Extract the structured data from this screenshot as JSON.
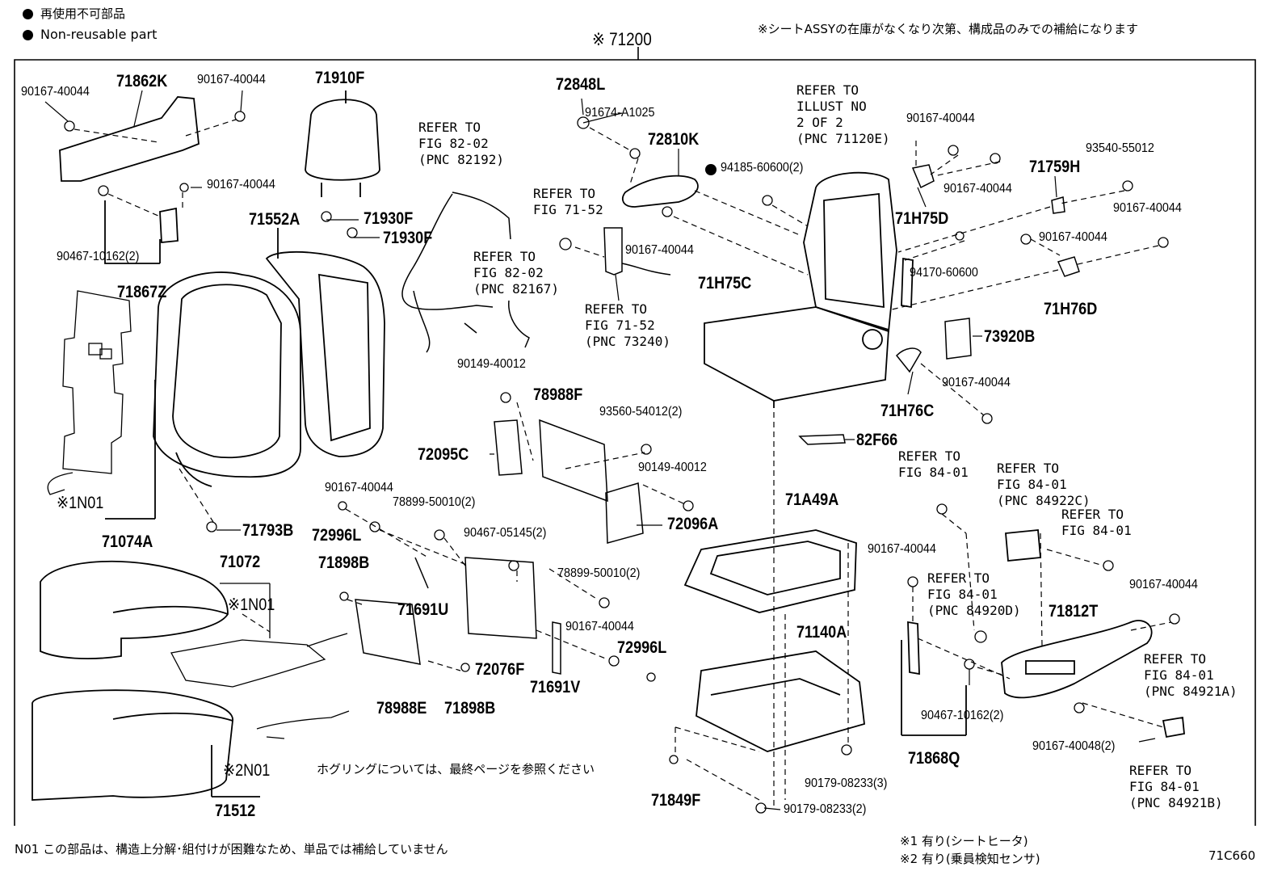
{
  "legend": {
    "jp": "再使用不可部品",
    "en": "Non-reusable part"
  },
  "header": {
    "assy_code": "※ 71200",
    "stock_note": "※シートASSYの在庫がなくなり次第、構成品のみでの補給になります"
  },
  "footer": {
    "n01_note": "N01 この部品は、構造上分解･組付けが困難なため、単品では補給していません",
    "note1": "※1 有り(シートヒータ)",
    "note2": "※2 有り(乗員検知センサ)",
    "illus_code": "71C660",
    "hog_note": "ホグリングについては、最終ページを参照ください"
  },
  "parts": {
    "p71862K": "71862K",
    "p90167a": "90167-40044",
    "p90167b": "90167-40044",
    "p71910F": "71910F",
    "p90167c": "90167-40044",
    "p90467_10162a": "90467-10162(2)",
    "p71867Z": "71867Z",
    "p71552A": "71552A",
    "p71930F1": "71930F",
    "p71930F2": "71930F",
    "pN01a": "※1N01",
    "p71074A": "71074A",
    "p71793B": "71793B",
    "p71072": "71072",
    "pN01b": "※1N01",
    "pN01c": "※2N01",
    "p71512": "71512",
    "p90149a": "90149-40012",
    "p78988F": "78988F",
    "p93560": "93560-54012(2)",
    "p72095C": "72095C",
    "p90149b": "90149-40012",
    "p72096A": "72096A",
    "p90167d": "90167-40044",
    "p78899a": "78899-50010(2)",
    "p90467_05145": "90467-05145(2)",
    "p72996L1": "72996L",
    "p71898B1": "71898B",
    "p71691U": "71691U",
    "p78899b": "78899-50010(2)",
    "p90167e": "90167-40044",
    "p72996L2": "72996L",
    "p72076F": "72076F",
    "p71691V": "71691V",
    "p78988E": "78988E",
    "p71898B2": "71898B",
    "p72848L": "72848L",
    "p91674": "91674-A1025",
    "p72810K": "72810K",
    "p94185": "94185-60600(2)",
    "p90167f": "90167-40044",
    "p71H75C": "71H75C",
    "p90167g": "90167-40044",
    "p90167h": "90167-40044",
    "p93540": "93540-55012",
    "p71759H": "71759H",
    "p71H75D": "71H75D",
    "p90167i": "90167-40044",
    "p90167j": "90167-40044",
    "p94170": "94170-60600",
    "p71H76D": "71H76D",
    "p73920B": "73920B",
    "p90167k": "90167-40044",
    "p71H76C": "71H76C",
    "p82F66": "82F66",
    "p71A49A": "71A49A",
    "p71140A": "71140A",
    "p90179a": "90179-08233(3)",
    "p71849F": "71849F",
    "p90179b": "90179-08233(2)",
    "p90167l": "90167-40044",
    "p90167m": "90167-40044",
    "p71812T": "71812T",
    "p90467_10162b": "90467-10162(2)",
    "p71868Q": "71868Q",
    "p90167_40048": "90167-40048(2)"
  },
  "refs": {
    "r1": "REFER TO\nFIG 82-02\n(PNC 82192)",
    "r2": "REFER TO\nFIG 71-52",
    "r3": "REFER TO\nFIG 82-02\n(PNC 82167)",
    "r4": "REFER TO\nFIG 71-52\n(PNC 73240)",
    "r5": "REFER TO\nILLUST NO\n2 OF 2\n(PNC 71120E)",
    "r6": "REFER TO\nFIG 84-01",
    "r7": "REFER TO\nFIG 84-01\n(PNC 84922C)",
    "r8": "REFER TO\nFIG 84-01",
    "r9": "REFER TO\nFIG 84-01\n(PNC 84920D)",
    "r10": "REFER TO\nFIG 84-01\n(PNC 84921A)",
    "r11": "REFER TO\nFIG 84-01\n(PNC 84921B)"
  }
}
